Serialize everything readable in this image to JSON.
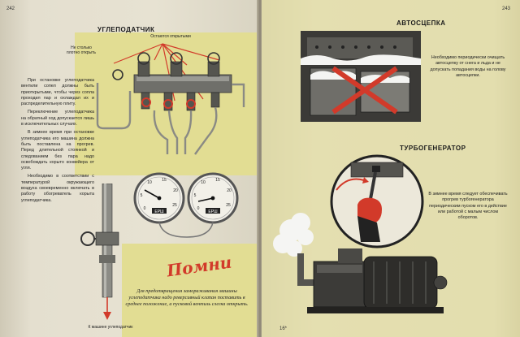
{
  "left_page": {
    "page_number": "242",
    "heading": "УГЛЕПОДАТЧИК",
    "label_close_tight": "Не столько\nплотно открыть",
    "label_open": "Остаются открытыми",
    "label_to_injector": "К машине углеподатчик",
    "paragraphs": [
      "При остановке углеподатчика вентили сопел должны быть приоткрытыми, чтобы через сопла проходил пар и охлаждал их и распределительную плиту.",
      "Переключение углеподатчика на обратный ход допускается лишь в исключительных случаях.",
      "В зимнее время при остановке углеподатчика его машина должна быть поставлена на прогрев. Перед длительной стоянкой и следованием без пара надо освобождать корыто конвейера от угля.",
      "Необходимо в соответствии с температурой окружающего воздуха своевременно включать в работу обогреватель корыта углеподатчика."
    ],
    "gauge_brand": "ЕРШ",
    "gauge_ticks": [
      "0",
      "5",
      "10",
      "15",
      "20",
      "25"
    ],
    "remember_title": "Помни",
    "remember_text": "Для предотвращения замораживания машины углеподатчика надо реверсивный клапан поставить в среднее положение, а пусковой вентиль слегка открыть."
  },
  "right_page": {
    "page_number": "243",
    "heading_coupler": "АВТОСЦЕПКА",
    "coupler_text": "Необходимо периодически очищать автосцепку от снега и льда и не допускать попадания воды на голову автосцепки.",
    "heading_turbo": "ТУРБОГЕНЕРАТОР",
    "turbo_text": "В зимнее время следует обеспечивать прогрев турбогенератора периодическим пуском его в действие или работой с малым числом оборотов.",
    "footer_mark": "16*"
  },
  "colors": {
    "accent_red": "#d23a2a",
    "yellow_panel": "#e2dd93",
    "paper": "#e7e2d2"
  }
}
